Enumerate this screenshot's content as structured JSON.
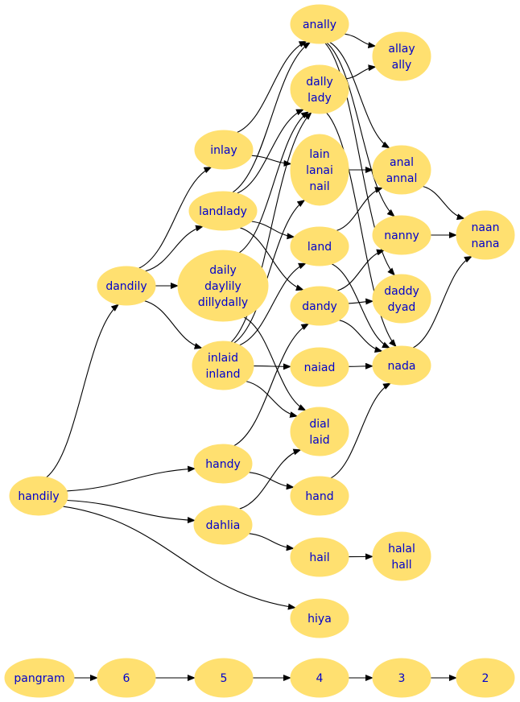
{
  "colors": {
    "node_fill": "#ffe070",
    "label": "#0000cc",
    "edge": "#000000",
    "background": "#ffffff"
  },
  "nodes": {
    "handily": {
      "lines": [
        "handily"
      ]
    },
    "dandily": {
      "lines": [
        "dandily"
      ]
    },
    "inlay": {
      "lines": [
        "inlay"
      ]
    },
    "landlady": {
      "lines": [
        "landlady"
      ]
    },
    "daily": {
      "lines": [
        "daily",
        "daylily",
        "dillydally"
      ]
    },
    "inlaid": {
      "lines": [
        "inlaid",
        "inland"
      ]
    },
    "handy": {
      "lines": [
        "handy"
      ]
    },
    "dahlia": {
      "lines": [
        "dahlia"
      ]
    },
    "anally": {
      "lines": [
        "anally"
      ]
    },
    "dally": {
      "lines": [
        "dally",
        "lady"
      ]
    },
    "lain": {
      "lines": [
        "lain",
        "lanai",
        "nail"
      ]
    },
    "land": {
      "lines": [
        "land"
      ]
    },
    "dandy": {
      "lines": [
        "dandy"
      ]
    },
    "naiad": {
      "lines": [
        "naiad"
      ]
    },
    "dial": {
      "lines": [
        "dial",
        "laid"
      ]
    },
    "hand": {
      "lines": [
        "hand"
      ]
    },
    "hail": {
      "lines": [
        "hail"
      ]
    },
    "hiya": {
      "lines": [
        "hiya"
      ]
    },
    "allay": {
      "lines": [
        "allay",
        "ally"
      ]
    },
    "anal": {
      "lines": [
        "anal",
        "annal"
      ]
    },
    "nanny": {
      "lines": [
        "nanny"
      ]
    },
    "daddy": {
      "lines": [
        "daddy",
        "dyad"
      ]
    },
    "nada": {
      "lines": [
        "nada"
      ]
    },
    "halal": {
      "lines": [
        "halal",
        "hall"
      ]
    },
    "naan": {
      "lines": [
        "naan",
        "nana"
      ]
    },
    "pangram": {
      "lines": [
        "pangram"
      ]
    },
    "len6": {
      "lines": [
        "6"
      ]
    },
    "len5": {
      "lines": [
        "5"
      ]
    },
    "len4": {
      "lines": [
        "4"
      ]
    },
    "len3": {
      "lines": [
        "3"
      ]
    },
    "len2": {
      "lines": [
        "2"
      ]
    }
  },
  "edges": [
    [
      "handily",
      "dandily"
    ],
    [
      "handily",
      "handy"
    ],
    [
      "handily",
      "dahlia"
    ],
    [
      "handily",
      "hiya"
    ],
    [
      "dandily",
      "inlay"
    ],
    [
      "dandily",
      "landlady"
    ],
    [
      "dandily",
      "daily"
    ],
    [
      "dandily",
      "inlaid"
    ],
    [
      "inlay",
      "anally"
    ],
    [
      "inlay",
      "lain"
    ],
    [
      "landlady",
      "dally"
    ],
    [
      "landlady",
      "land"
    ],
    [
      "landlady",
      "dandy"
    ],
    [
      "landlady",
      "anally"
    ],
    [
      "daily",
      "dally"
    ],
    [
      "daily",
      "dial"
    ],
    [
      "inlaid",
      "lain"
    ],
    [
      "inlaid",
      "naiad"
    ],
    [
      "inlaid",
      "dial"
    ],
    [
      "inlaid",
      "dally"
    ],
    [
      "inlaid",
      "land"
    ],
    [
      "handy",
      "dandy"
    ],
    [
      "handy",
      "hand"
    ],
    [
      "dahlia",
      "dial"
    ],
    [
      "dahlia",
      "hail"
    ],
    [
      "anally",
      "allay"
    ],
    [
      "anally",
      "anal"
    ],
    [
      "anally",
      "nanny"
    ],
    [
      "anally",
      "daddy"
    ],
    [
      "dally",
      "allay"
    ],
    [
      "dally",
      "nada"
    ],
    [
      "lain",
      "anal"
    ],
    [
      "land",
      "anal"
    ],
    [
      "land",
      "nada"
    ],
    [
      "dandy",
      "daddy"
    ],
    [
      "dandy",
      "nanny"
    ],
    [
      "dandy",
      "nada"
    ],
    [
      "naiad",
      "nada"
    ],
    [
      "hand",
      "nada"
    ],
    [
      "hail",
      "halal"
    ],
    [
      "anal",
      "naan"
    ],
    [
      "nanny",
      "naan"
    ],
    [
      "nada",
      "naan"
    ],
    [
      "pangram",
      "len6"
    ],
    [
      "len6",
      "len5"
    ],
    [
      "len5",
      "len4"
    ],
    [
      "len4",
      "len3"
    ],
    [
      "len3",
      "len2"
    ]
  ]
}
